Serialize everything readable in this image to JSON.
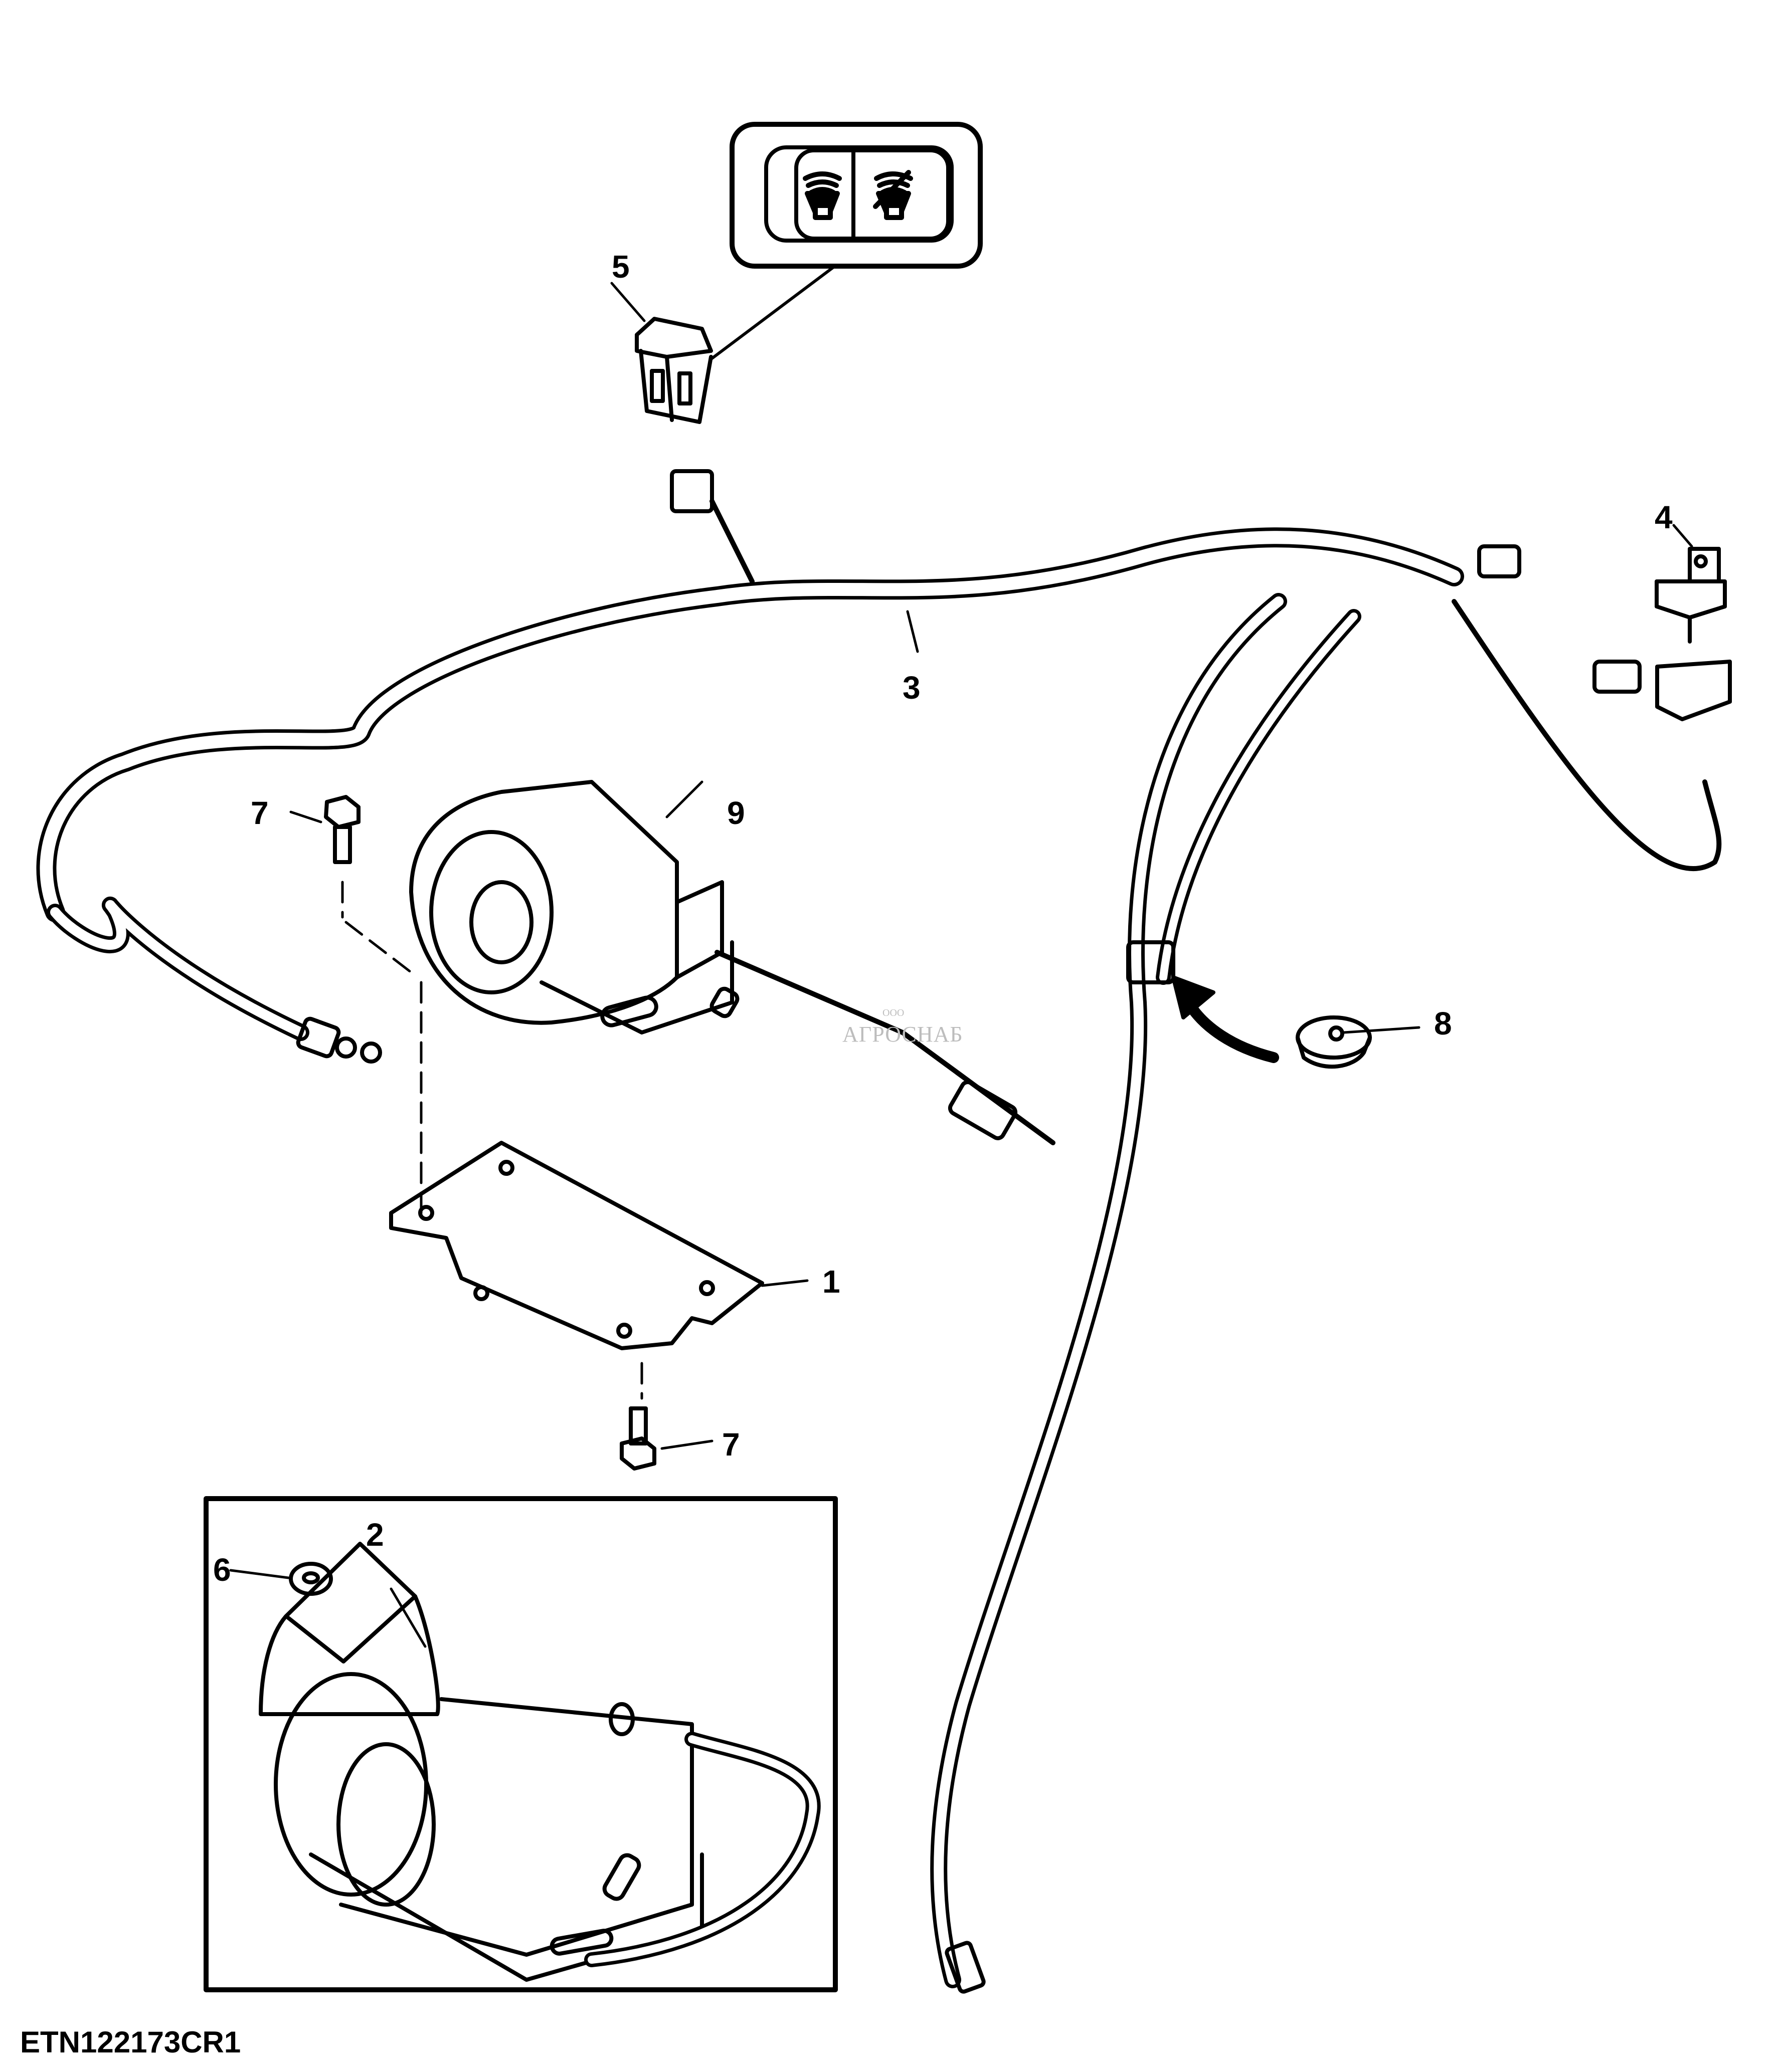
{
  "figure": {
    "id_label": "ETN122173CR1"
  },
  "callouts": [
    {
      "id": "1",
      "label": "1",
      "part": "mounting-bracket"
    },
    {
      "id": "2",
      "label": "2",
      "part": "backup-alarm-alternate"
    },
    {
      "id": "3",
      "label": "3",
      "part": "wiring-harness"
    },
    {
      "id": "4",
      "label": "4",
      "part": "relay"
    },
    {
      "id": "5",
      "label": "5",
      "part": "rocker-switch"
    },
    {
      "id": "6",
      "label": "6",
      "part": "washer"
    },
    {
      "id": "7a",
      "label": "7",
      "part": "cap-screw-top"
    },
    {
      "id": "7b",
      "label": "7",
      "part": "cap-screw-bottom"
    },
    {
      "id": "8",
      "label": "8",
      "part": "grommet"
    },
    {
      "id": "9",
      "label": "9",
      "part": "backup-alarm"
    }
  ],
  "switch_detail": {
    "left_icon": "horn-on-icon",
    "right_icon": "horn-off-icon"
  },
  "watermark": {
    "prefix": "ООО",
    "name": "АГРОСНАБ"
  }
}
